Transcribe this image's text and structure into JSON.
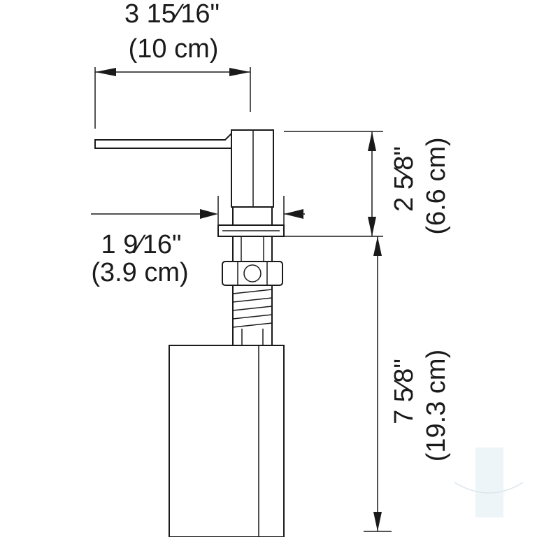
{
  "dimensions": {
    "spout_length": {
      "imperial": "3 15⁄16\"",
      "metric": "(10 cm)"
    },
    "head_width": {
      "imperial": "1 9⁄16\"",
      "metric": "(3.9 cm)"
    },
    "head_height": {
      "imperial": "2 5⁄8\"",
      "metric": "(6.6 cm)"
    },
    "bottle_height": {
      "imperial": "7 5⁄8\"",
      "metric": "(19.3 cm)"
    }
  },
  "colors": {
    "line": "#1a1a1a",
    "background": "#ffffff"
  }
}
